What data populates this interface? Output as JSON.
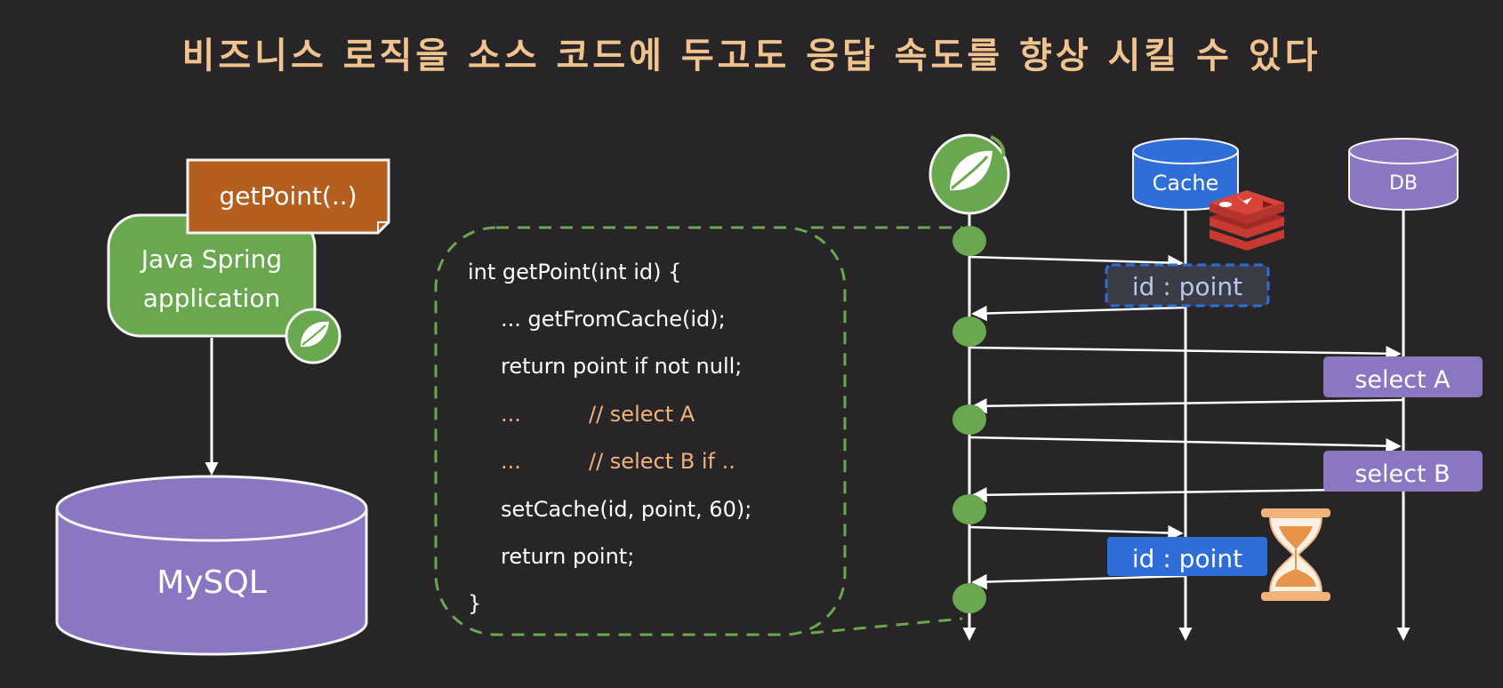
{
  "title": "비즈니스 로직을 소스 코드에 두고도 응답 속도를 향상 시킬 수 있다",
  "left_diagram": {
    "call_label": "getPoint(..)",
    "app_label_line1": "Java Spring",
    "app_label_line2": "application",
    "database_label": "MySQL"
  },
  "code_lines": [
    {
      "text": "int getPoint(int id) {",
      "comment": ""
    },
    {
      "text": "... getFromCache(id);",
      "comment": ""
    },
    {
      "text": "return point if not null;",
      "comment": ""
    },
    {
      "text": "...",
      "comment": "// select A"
    },
    {
      "text": "...",
      "comment": "// select B if .."
    },
    {
      "text": "setCache(id, point, 60);",
      "comment": ""
    },
    {
      "text": "return point;",
      "comment": ""
    },
    {
      "text": "}",
      "comment": ""
    }
  ],
  "sequence": {
    "cache_label": "Cache",
    "db_label": "DB",
    "messages": {
      "cache_read": "id : point",
      "select_a": "select A",
      "select_b": "select B",
      "cache_write": "id : point"
    }
  },
  "icons": {
    "spring_logo": "spring-leaf-icon",
    "redis_logo": "redis-icon",
    "hourglass": "hourglass-icon"
  },
  "colors": {
    "background": "#272527",
    "title": "#f1c48f",
    "spring_green": "#6aa84f",
    "db_purple": "#8a76c1",
    "cache_blue": "#2f6ed8",
    "call_orange": "#b45f1f",
    "comment_orange": "#f0b47a"
  }
}
